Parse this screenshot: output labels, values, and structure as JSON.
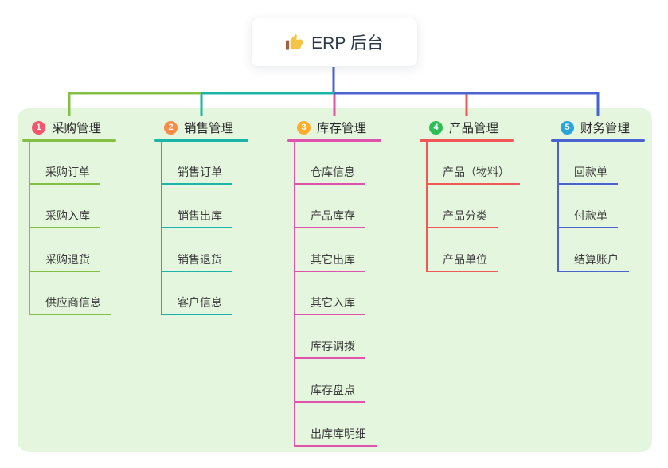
{
  "root": {
    "title": "ERP 后台",
    "icon": "thumbs-up-icon",
    "connector_color": "#4a63d2",
    "text_color": "#2e3a48"
  },
  "panel": {
    "background": "#e4f6de"
  },
  "branches": [
    {
      "badge": "1",
      "badge_color": "#f4566c",
      "label": "采购管理",
      "line_color": "#85c045",
      "children": [
        "采购订单",
        "采购入库",
        "采购退货",
        "供应商信息"
      ]
    },
    {
      "badge": "2",
      "badge_color": "#fb8b47",
      "label": "销售管理",
      "line_color": "#1ab5a8",
      "children": [
        "销售订单",
        "销售出库",
        "销售退货",
        "客户信息"
      ]
    },
    {
      "badge": "3",
      "badge_color": "#feae2c",
      "label": "库存管理",
      "line_color": "#e052ab",
      "children": [
        "仓库信息",
        "产品库存",
        "其它出库",
        "其它入库",
        "库存调拨",
        "库存盘点",
        "出库库明细"
      ]
    },
    {
      "badge": "4",
      "badge_color": "#2dbf55",
      "label": "产品管理",
      "line_color": "#f15959",
      "children": [
        "产品（物料）",
        "产品分类",
        "产品单位"
      ]
    },
    {
      "badge": "5",
      "badge_color": "#29a4dc",
      "label": "财务管理",
      "line_color": "#4a63d2",
      "children": [
        "回款单",
        "付款单",
        "结算账户"
      ]
    }
  ],
  "icon_colors": {
    "thumb": "#f6c445",
    "cuff": "#9a6240"
  }
}
